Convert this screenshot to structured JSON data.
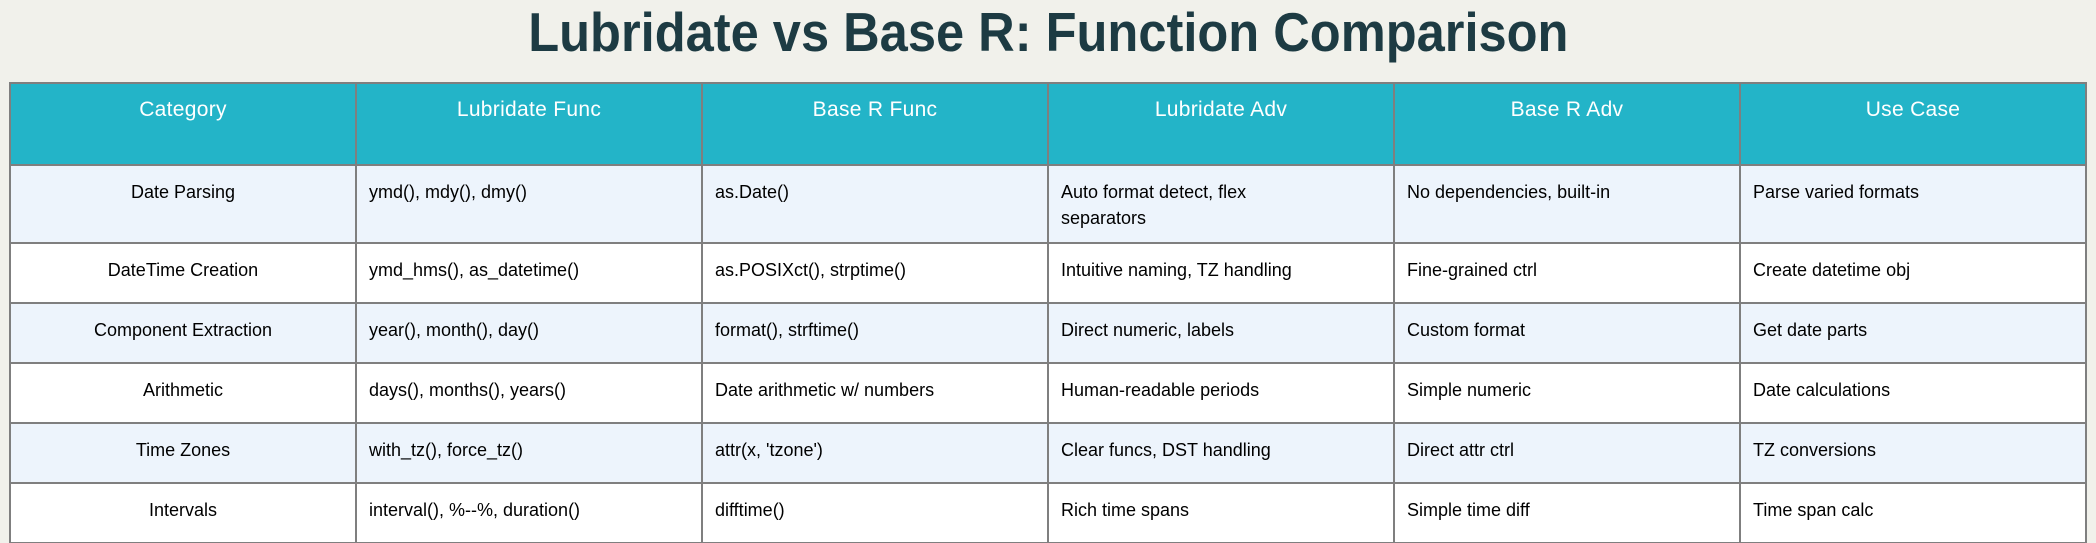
{
  "title": "Lubridate vs Base R: Function Comparison",
  "colors": {
    "page_bg": "#f1f1eb",
    "title_text": "#1d3b43",
    "header_bg": "#23b4c8",
    "header_text": "#ffffff",
    "row_alt_bg": "#edf4fc",
    "row_bg": "#ffffff",
    "border": "#7f7f7f",
    "cell_text": "#000000"
  },
  "chart_data": {
    "type": "table",
    "title": "Lubridate vs Base R: Function Comparison",
    "columns": [
      "Category",
      "Lubridate Func",
      "Base R Func",
      "Lubridate Adv",
      "Base R Adv",
      "Use Case"
    ],
    "rows": [
      [
        "Date Parsing",
        "ymd(), mdy(), dmy()",
        "as.Date()",
        "Auto format detect, flex\nseparators",
        "No dependencies, built-in",
        "Parse varied formats"
      ],
      [
        "DateTime Creation",
        "ymd_hms(), as_datetime()",
        "as.POSIXct(), strptime()",
        "Intuitive naming, TZ handling",
        "Fine-grained ctrl",
        "Create datetime obj"
      ],
      [
        "Component Extraction",
        "year(), month(), day()",
        "format(), strftime()",
        "Direct numeric, labels",
        "Custom format",
        "Get date parts"
      ],
      [
        "Arithmetic",
        "days(), months(), years()",
        "Date arithmetic w/ numbers",
        "Human-readable periods",
        "Simple numeric",
        "Date calculations"
      ],
      [
        "Time Zones",
        "with_tz(), force_tz()",
        "attr(x, 'tzone')",
        "Clear funcs, DST handling",
        "Direct attr ctrl",
        "TZ conversions"
      ],
      [
        "Intervals",
        "interval(), %--%, duration()",
        "difftime()",
        "Rich time spans",
        "Simple time diff",
        "Time span calc"
      ]
    ]
  }
}
